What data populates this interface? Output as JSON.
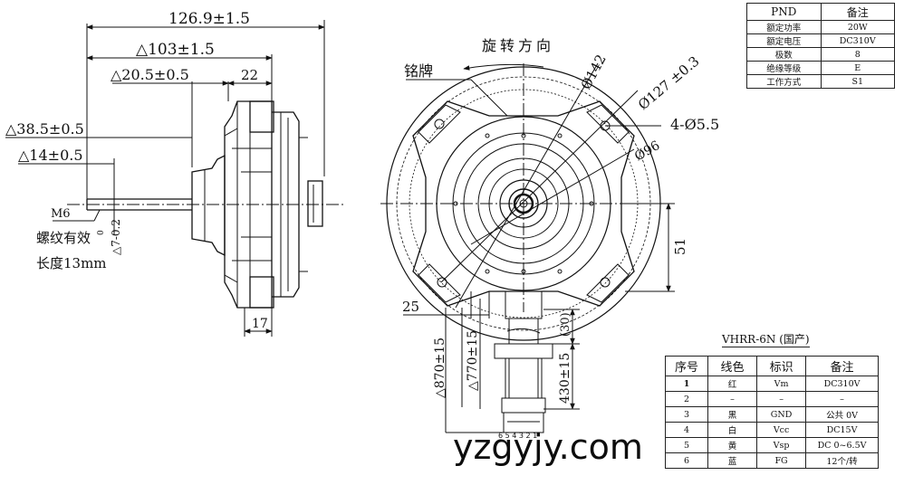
{
  "side_view": {
    "dim_total_length": "126.9±1.5",
    "dim_103": "△103±1.5",
    "dim_20_5": "△20.5±0.5",
    "dim_22": "22",
    "dim_38_5": "△38.5±0.5",
    "dim_14": "△14±0.5",
    "dim_shaft_dia": "△7-0.2",
    "dim_shaft_tol": "0",
    "thread_spec": "M6",
    "thread_note_1": "螺纹有效",
    "thread_note_2": "长度13mm",
    "dim_17": "17"
  },
  "front_view": {
    "rotation_label": "旋转方向",
    "nameplate_label": "铭牌",
    "dim_142": "Ø142",
    "dim_127": "Ø127 ±0.3",
    "dim_holes": "4-Ø5.5",
    "dim_96": "Ø96",
    "dim_51": "51",
    "dim_25": "25",
    "dim_870": "△870±15",
    "dim_770": "△770±15",
    "dim_30": "(30)",
    "dim_430": "430±15",
    "connector_pins": "6 5 4 3 2 1"
  },
  "pnd_table": {
    "header": [
      "PND",
      "备注"
    ],
    "rows": [
      [
        "额定功率",
        "20W"
      ],
      [
        "额定电压",
        "DC310V"
      ],
      [
        "极数",
        "8"
      ],
      [
        "绝缘等级",
        "E"
      ],
      [
        "工作方式",
        "S1"
      ]
    ]
  },
  "wire_table": {
    "title": "VHRR-6N (国产)",
    "header": [
      "序号",
      "线色",
      "标识",
      "备注"
    ],
    "rows": [
      [
        "1",
        "红",
        "Vm",
        "DC310V"
      ],
      [
        "2",
        "–",
        "–",
        "–"
      ],
      [
        "3",
        "黑",
        "GND",
        "公共 0V"
      ],
      [
        "4",
        "白",
        "Vcc",
        "DC15V"
      ],
      [
        "5",
        "黄",
        "Vsp",
        "DC 0~6.5V"
      ],
      [
        "6",
        "蓝",
        "FG",
        "12个/转"
      ]
    ]
  },
  "watermark": "yzgyjy.com"
}
